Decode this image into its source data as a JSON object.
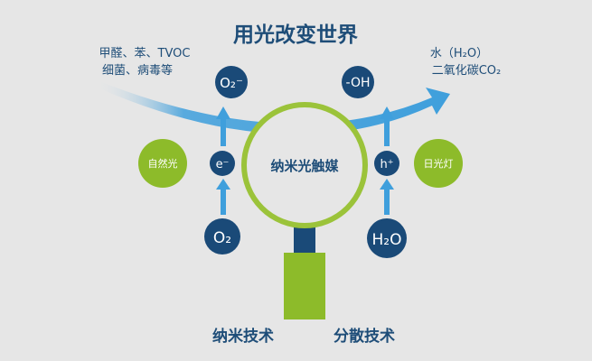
{
  "title": "用光改变世界",
  "pollutants": {
    "line1": "甲醛、苯、TVOC",
    "line2": "细菌、病毒等"
  },
  "products": {
    "line1": "水（H₂O）",
    "line2": "二氧化碳CO₂"
  },
  "nodes": {
    "superoxide": "O₂⁻",
    "hydroxyl": "-OH",
    "electron": "e⁻",
    "hole": "h⁺",
    "oxygen": "O₂",
    "water": "H₂O"
  },
  "light_sources": {
    "natural": "自然光",
    "sunlight": "日光灯"
  },
  "center_label": "纳米光触媒",
  "bottom_labels": {
    "left": "纳米技术",
    "right": "分散技术"
  },
  "colors": {
    "background": "#e6e6e6",
    "navy": "#1e4d78",
    "node_fill": "#1a4a78",
    "green": "#8dbb2a",
    "arrow_blue": "#3f9fdc",
    "ring_green": "#9bc33a"
  }
}
